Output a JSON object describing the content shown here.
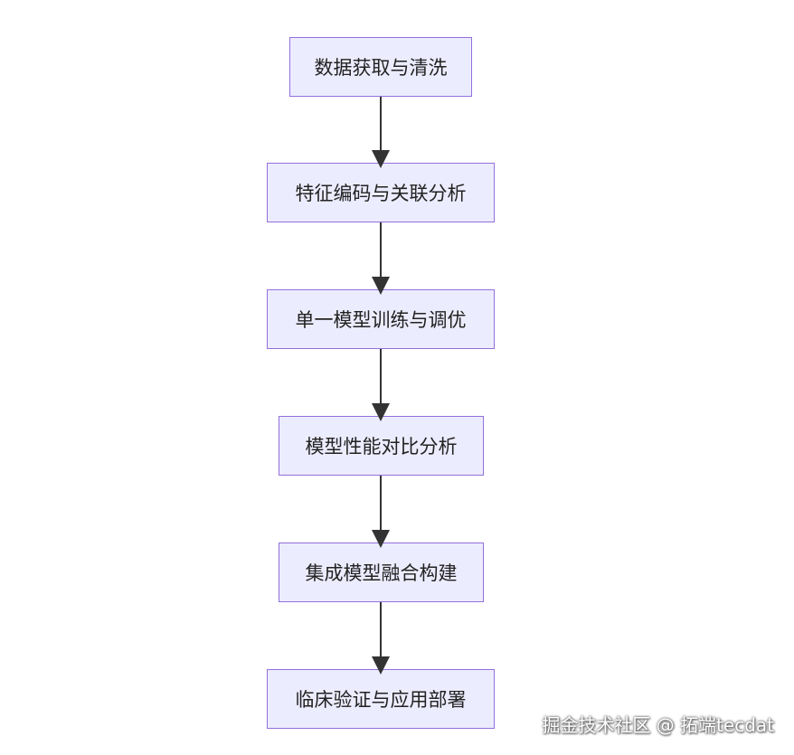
{
  "steps": [
    "数据获取与清洗",
    "特征编码与关联分析",
    "单一模型训练与调优",
    "模型性能对比分析",
    "集成模型融合构建",
    "临床验证与应用部署"
  ],
  "watermark": "掘金技术社区 @ 拓端tecdat",
  "colors": {
    "node_fill": "#ececff",
    "node_border": "#9370db",
    "arrow": "#333333"
  }
}
